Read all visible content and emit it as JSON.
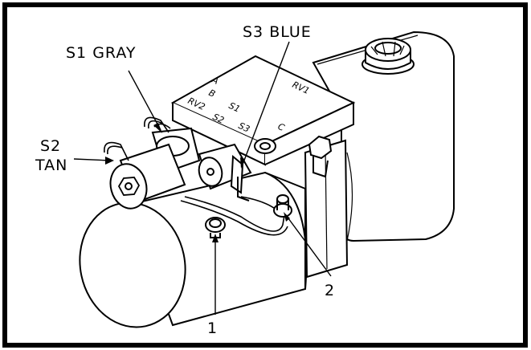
{
  "callouts": {
    "s1": "S1  GRAY",
    "s3": "S3  BLUE",
    "s2_line1": "S2",
    "s2_line2": "TAN",
    "item1": "1",
    "item2": "2"
  },
  "ports": {
    "a": "A",
    "b": "B",
    "rv1": "RV1",
    "rv2": "RV2",
    "s1": "S1",
    "s2": "S2",
    "s3": "S3",
    "c": "C"
  }
}
